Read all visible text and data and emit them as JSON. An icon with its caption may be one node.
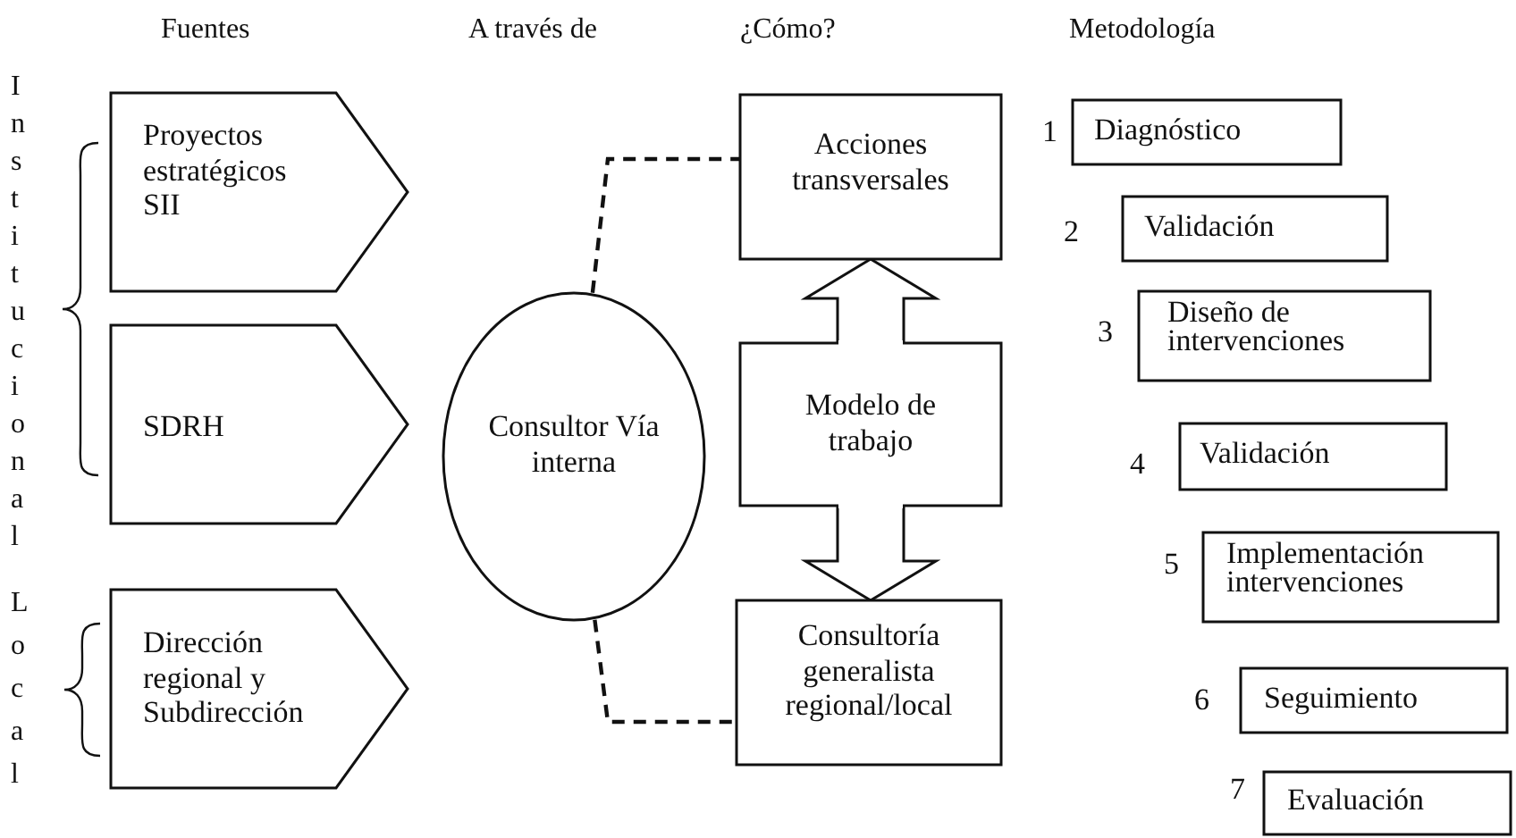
{
  "diagram": {
    "nodes": [
      {
        "text": [
          "Proyectos estratégicos SII"
        ]
      },
      {
        "text": [
          "SDRH"
        ]
      },
      {
        "text": [
          "Dirección regional y Subdirección"
        ]
      },
      {
        "text": [
          "Consultor Vía interna"
        ]
      },
      {
        "text": [
          "Acciones transversales"
        ]
      },
      {
        "text": [
          "Modelo de trabajo"
        ]
      },
      {
        "text": [
          "Consultoría generalista regional/local"
        ]
      },
      {
        "text": [
          "Diagnóstico"
        ],
        "beside": [
          "1"
        ]
      },
      {
        "text": [
          "Validación"
        ],
        "beside": [
          "2"
        ]
      },
      {
        "text": [
          "Diseño de intervenciones"
        ],
        "beside": [
          "3"
        ]
      },
      {
        "text": [
          "Validación"
        ],
        "beside": [
          "4"
        ]
      },
      {
        "text": [
          "Implementación intervenciones"
        ],
        "beside": [
          "5"
        ]
      },
      {
        "text": [
          "Seguimiento"
        ],
        "beside": [
          "6"
        ]
      },
      {
        "text": [
          "Evaluación"
        ],
        "beside": [
          "7"
        ]
      }
    ],
    "edges": [
      {
        "from": 3,
        "to": 4,
        "arrow": "none",
        "style": "dashed"
      },
      {
        "from": 3,
        "to": 6,
        "arrow": "none",
        "style": "dashed"
      },
      {
        "from": 5,
        "to": 4,
        "arrow": "to",
        "style": "thick"
      },
      {
        "from": 5,
        "to": 6,
        "arrow": "to",
        "style": "thick"
      }
    ],
    "labels": [
      "Fuentes",
      "A través de",
      "¿Cómo?",
      "Metodología",
      "Institucional",
      "Local"
    ]
  }
}
